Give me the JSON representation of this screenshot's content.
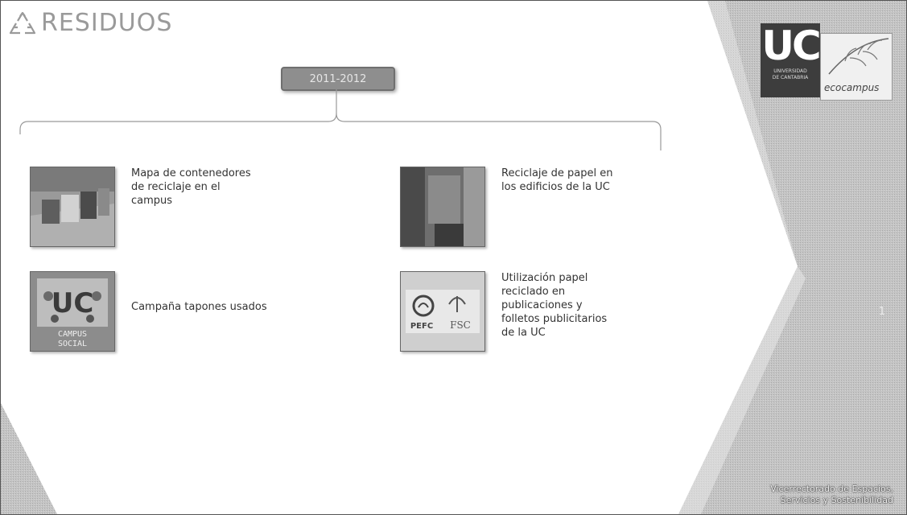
{
  "slide": {
    "title": "RESIDUOS",
    "year_label": "2011-2012",
    "items": [
      {
        "label": "Mapa de contenedores\nde reciclaje en el\ncampus"
      },
      {
        "label": "Reciclaje de papel en\nlos edificios de la UC"
      },
      {
        "label": "Campaña tapones usados"
      },
      {
        "label": "Utilización papel\nreciclado en\npublicaciones y\nfolletos publicitarios\nde la UC"
      }
    ],
    "logos": {
      "uc_text": "UC",
      "uc_subtitle": "UNIVERSIDAD\nDE CANTABRIA",
      "eco_text": "ecocampus"
    },
    "cert_labels": [
      "PEFC",
      "FSC"
    ],
    "tapones_text": [
      "CAMPUS",
      "SOCIAL"
    ],
    "page_number": "1",
    "footer_line1": "Vicerrectorado de Espacios,",
    "footer_line2": "Servicios y Sostenibilidad"
  },
  "colors": {
    "background": "#ffffff",
    "deco_gray": "#b8b8b8",
    "year_box": "#8e8e8e",
    "title": "#9a9a9a"
  }
}
